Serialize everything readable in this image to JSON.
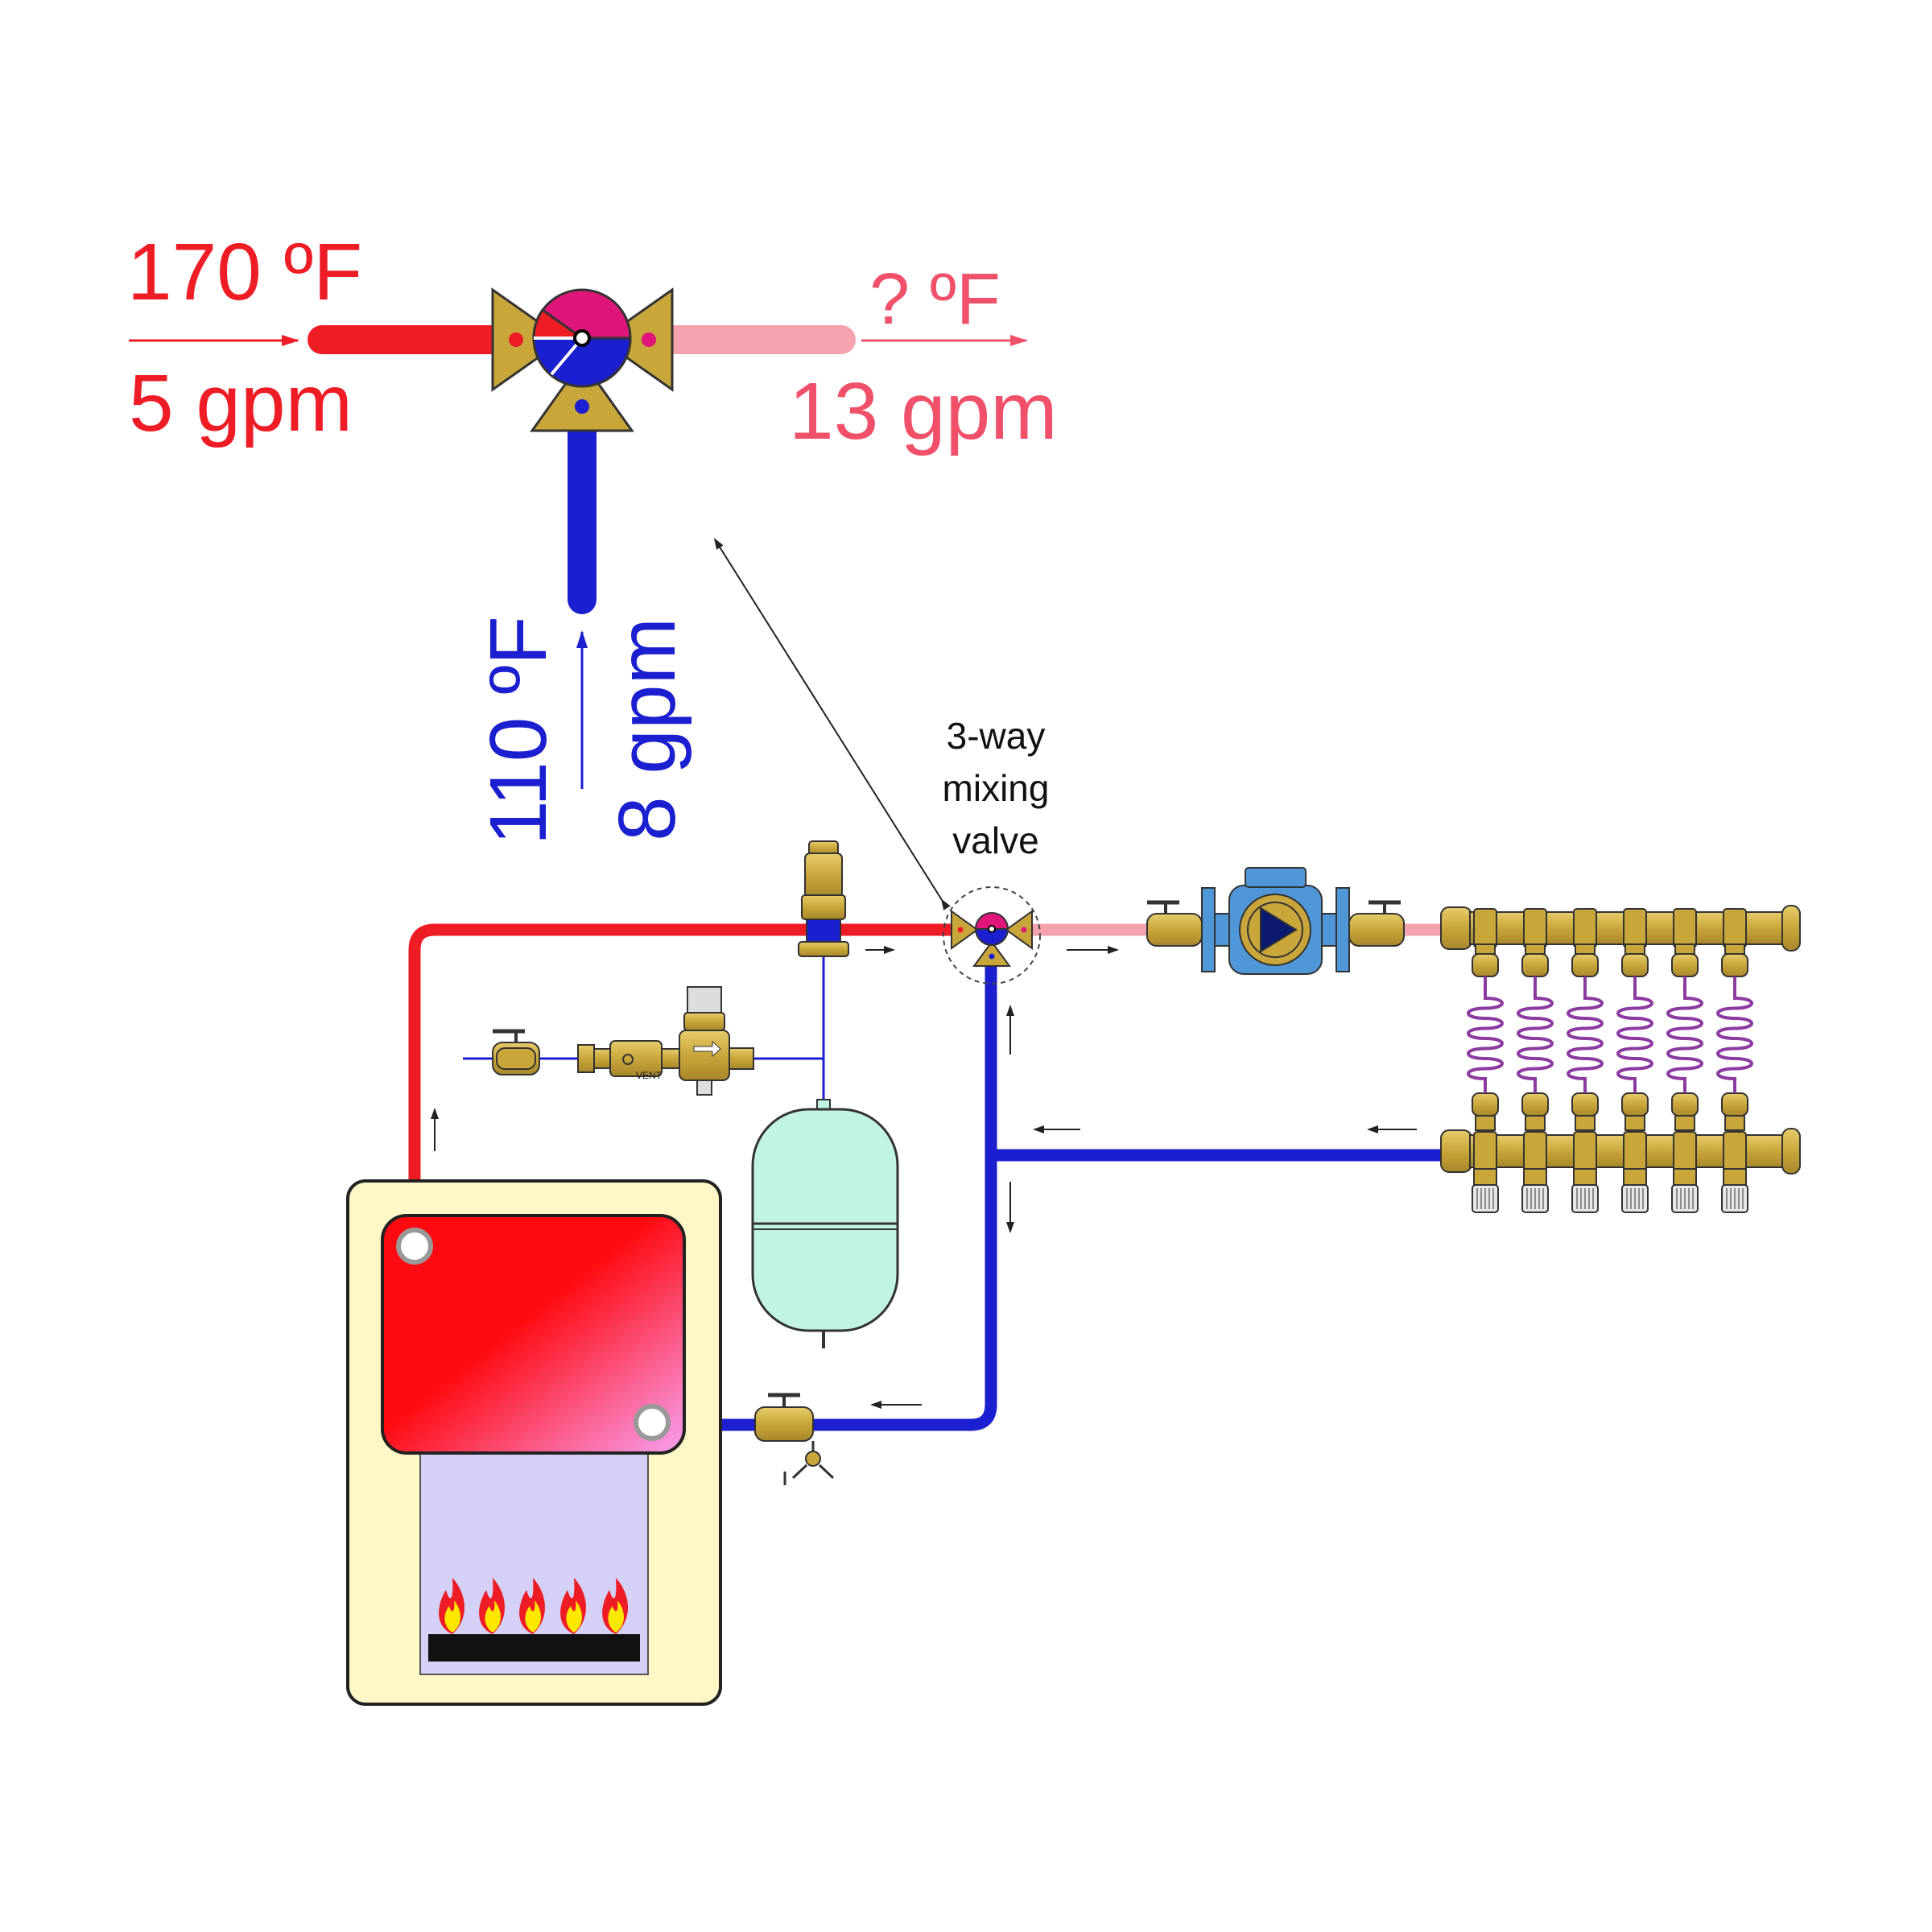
{
  "inset": {
    "hot_inlet": {
      "temperature": "170 ºF",
      "flow": "5 gpm"
    },
    "mixed_outlet": {
      "temperature": "? ºF",
      "flow": "13 gpm"
    },
    "cool_inlet": {
      "temperature": "110 ºF",
      "flow": "8 gpm"
    }
  },
  "callout": {
    "line1": "3-way",
    "line2": "mixing",
    "line3": "valve"
  },
  "vent_label": "VENT",
  "manifold": {
    "circuits": 6
  },
  "colors": {
    "hot": "#ee1c25",
    "mixed": "#f4a3ae",
    "cool": "#1b1fd0",
    "mixed_text": "#f0506a",
    "brass": "#c9a63a",
    "tank": "#c2f4e4",
    "boiler_jacket": "#fff7c6",
    "combustion_chamber": "#d4d0f6",
    "pump_body": "#4f97d6"
  }
}
